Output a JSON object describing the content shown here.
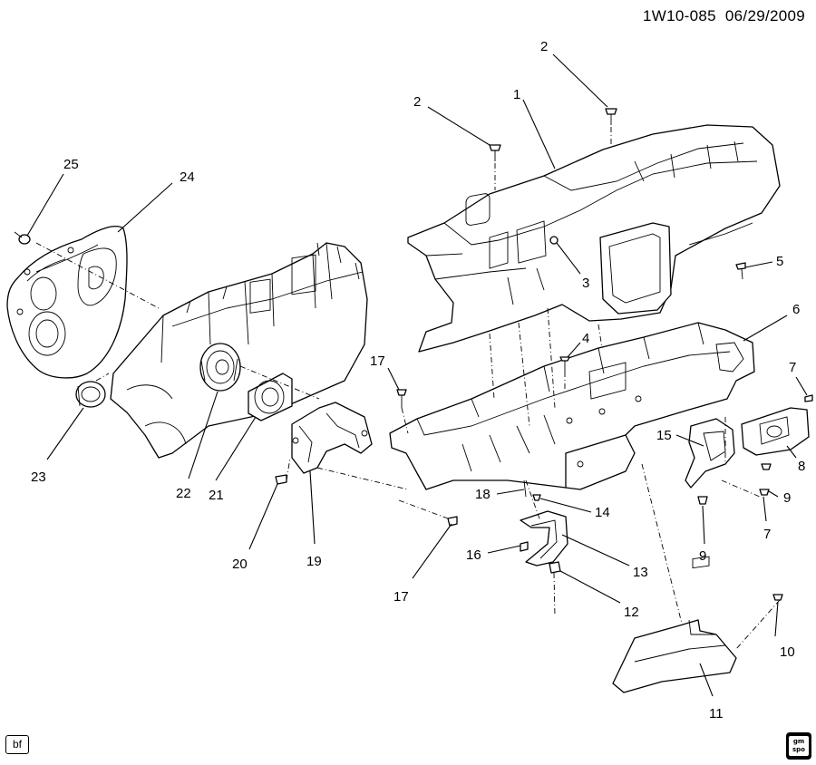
{
  "header": {
    "code": "1W10-085",
    "date": "06/29/2009"
  },
  "footer": {
    "badge": "bf",
    "logo_line1": "gm",
    "logo_line2": "spo"
  },
  "callouts": [
    {
      "id": "c1",
      "text": "1"
    },
    {
      "id": "c2a",
      "text": "2"
    },
    {
      "id": "c2b",
      "text": "2"
    },
    {
      "id": "c3",
      "text": "3"
    },
    {
      "id": "c4",
      "text": "4"
    },
    {
      "id": "c5",
      "text": "5"
    },
    {
      "id": "c6",
      "text": "6"
    },
    {
      "id": "c7a",
      "text": "7"
    },
    {
      "id": "c7b",
      "text": "7"
    },
    {
      "id": "c8",
      "text": "8"
    },
    {
      "id": "c9a",
      "text": "9"
    },
    {
      "id": "c9b",
      "text": "9"
    },
    {
      "id": "c10",
      "text": "10"
    },
    {
      "id": "c11",
      "text": "11"
    },
    {
      "id": "c12",
      "text": "12"
    },
    {
      "id": "c13",
      "text": "13"
    },
    {
      "id": "c14",
      "text": "14"
    },
    {
      "id": "c15",
      "text": "15"
    },
    {
      "id": "c16",
      "text": "16"
    },
    {
      "id": "c17a",
      "text": "17"
    },
    {
      "id": "c17b",
      "text": "17"
    },
    {
      "id": "c18",
      "text": "18"
    },
    {
      "id": "c19",
      "text": "19"
    },
    {
      "id": "c20",
      "text": "20"
    },
    {
      "id": "c21",
      "text": "21"
    },
    {
      "id": "c22",
      "text": "22"
    },
    {
      "id": "c23",
      "text": "23"
    },
    {
      "id": "c24",
      "text": "24"
    },
    {
      "id": "c25",
      "text": "25"
    }
  ]
}
